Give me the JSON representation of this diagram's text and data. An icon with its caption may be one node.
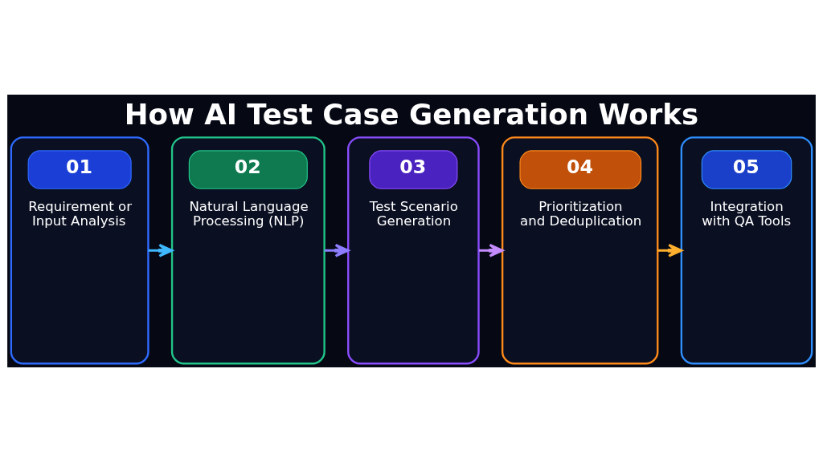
{
  "diagram": {
    "title": "How AI Test Case Generation Works",
    "nodes": [
      {
        "text": [
          "01",
          "Requirement or Input Analysis"
        ]
      },
      {
        "text": [
          "02",
          "Natural Language Processing (NLP)"
        ]
      },
      {
        "text": [
          "03",
          "Test Scenario Generation"
        ]
      },
      {
        "text": [
          "04",
          "Prioritization and Deduplication"
        ]
      },
      {
        "text": [
          "05",
          "Integration with QA Tools"
        ]
      }
    ],
    "edges": [
      {
        "from": 0,
        "to": 1,
        "arrow": "to",
        "color": "#3fb8ff"
      },
      {
        "from": 1,
        "to": 2,
        "arrow": "to",
        "color": "#8a7dff"
      },
      {
        "from": 2,
        "to": 3,
        "arrow": "to",
        "color": "#c48cff"
      },
      {
        "from": 3,
        "to": 4,
        "arrow": "to",
        "color": "#ffb02e"
      }
    ]
  }
}
